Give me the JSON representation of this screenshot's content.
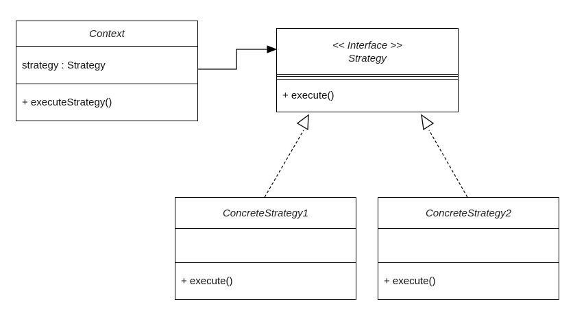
{
  "context": {
    "name": "Context",
    "attribute": "strategy : Strategy",
    "operation": "+ executeStrategy()"
  },
  "strategy": {
    "stereotype": "<< Interface >>",
    "name": "Strategy",
    "operation": "+ execute()"
  },
  "concrete_strategy_1": {
    "name": "ConcreteStrategy1",
    "operation": "+ execute()"
  },
  "concrete_strategy_2": {
    "name": "ConcreteStrategy2",
    "operation": "+ execute()"
  }
}
